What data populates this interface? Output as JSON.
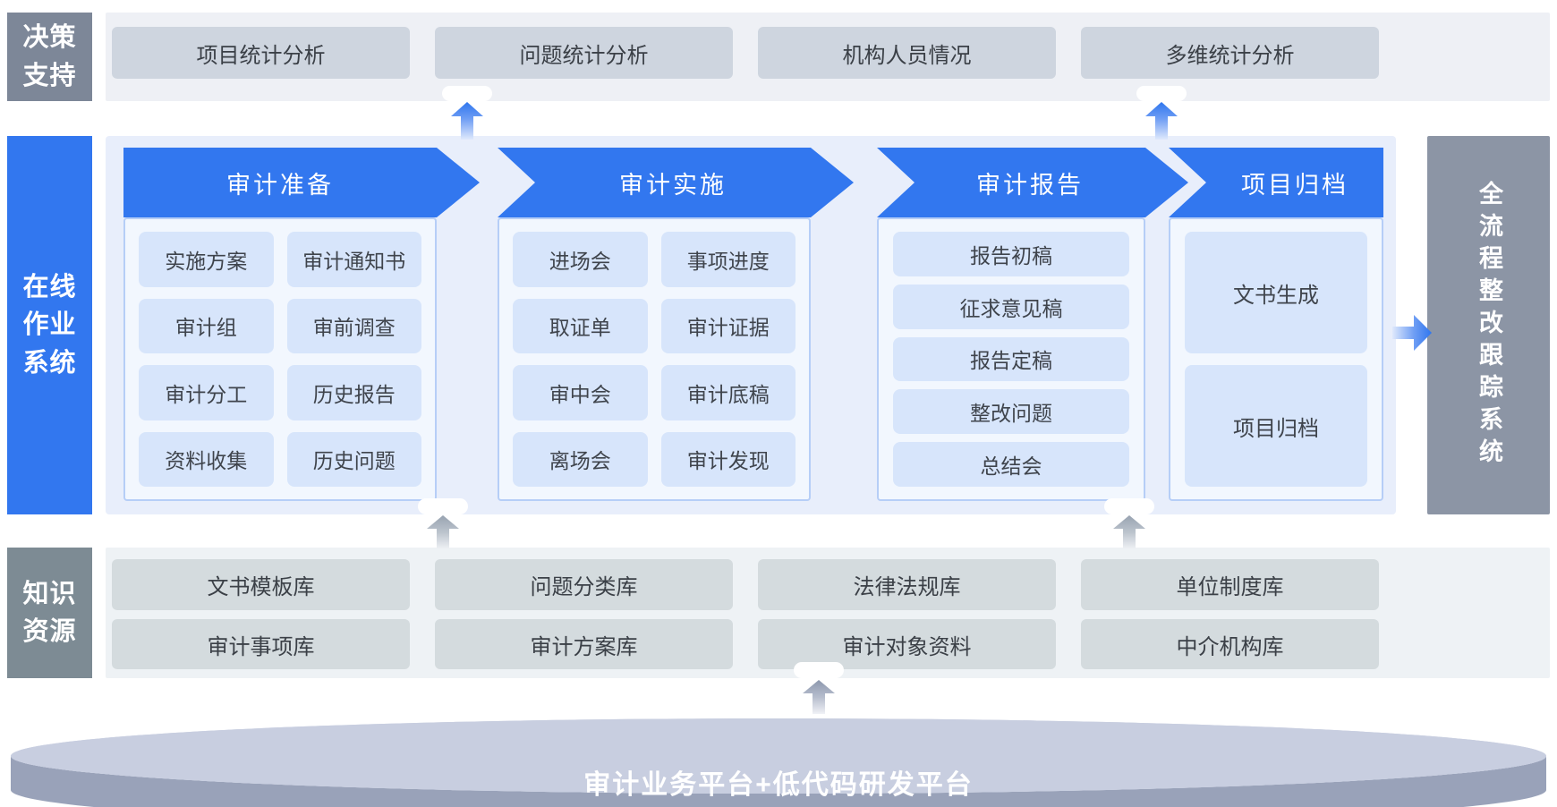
{
  "decision_support": {
    "label": "决策支持",
    "items": [
      "项目统计分析",
      "问题统计分析",
      "机构人员情况",
      "多维统计分析"
    ]
  },
  "online_system": {
    "label": "在线作业系统",
    "columns": [
      {
        "header": "审计准备",
        "items": [
          "实施方案",
          "审计通知书",
          "审计组",
          "审前调查",
          "审计分工",
          "历史报告",
          "资料收集",
          "历史问题"
        ]
      },
      {
        "header": "审计实施",
        "items": [
          "进场会",
          "事项进度",
          "取证单",
          "审计证据",
          "审中会",
          "审计底稿",
          "离场会",
          "审计发现"
        ]
      },
      {
        "header": "审计报告",
        "items": [
          "报告初稿",
          "征求意见稿",
          "报告定稿",
          "整改问题",
          "总结会"
        ]
      },
      {
        "header": "项目归档",
        "items": [
          "文书生成",
          "项目归档"
        ]
      }
    ]
  },
  "tracking_system": {
    "label": "全流程整改跟踪系统"
  },
  "knowledge": {
    "label": "知识资源",
    "rows": [
      [
        "文书模板库",
        "问题分类库",
        "法律法规库",
        "单位制度库"
      ],
      [
        "审计事项库",
        "审计方案库",
        "审计对象资料",
        "中介机构库"
      ]
    ]
  },
  "platform": {
    "label": "审计业务平台+低代码研发平台"
  },
  "colors": {
    "banner_blue": "#3277ef",
    "sidebar_blue": "#3277ef",
    "panel_bg": "#e8eefb",
    "chip_bg": "#d7e5fb",
    "decision_label_gray": "#7d8798",
    "knowledge_label_gray": "#7d8b94",
    "tracking_bar_gray": "#8c95a5",
    "strip_bg": "#eef0f5",
    "decision_box_gray": "#ced5df",
    "knowledge_box_gray": "#d4dbde",
    "platform_top": "#c8cee0",
    "platform_side": "#99a2b9"
  }
}
